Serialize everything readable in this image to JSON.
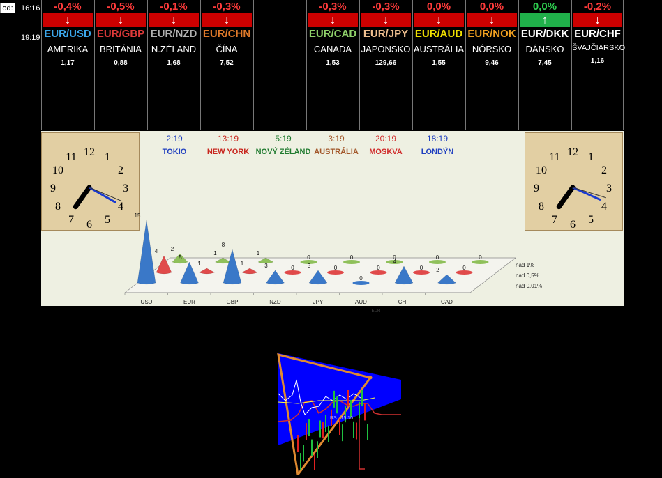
{
  "header": {
    "od_label": "od:",
    "time_top": "16:16",
    "time_bottom": "19:19"
  },
  "pairs": [
    {
      "pct": "-0,4%",
      "dir": "down",
      "pair": "EUR/USD",
      "country": "AMERIKA",
      "rate": "1,17",
      "pair_color": "#3ba6ea"
    },
    {
      "pct": "-0,5%",
      "dir": "down",
      "pair": "EUR/GBP",
      "country": "BRITÁNIA",
      "rate": "0,88",
      "pair_color": "#e03a3a"
    },
    {
      "pct": "-0,1%",
      "dir": "down",
      "pair": "EUR/NZD",
      "country": "N.ZÉLAND",
      "rate": "1,68",
      "pair_color": "#b0b0b0"
    },
    {
      "pct": "-0,3%",
      "dir": "down",
      "pair": "EUR/CHN",
      "country": "ČÍNA",
      "rate": "7,52",
      "pair_color": "#e07a2a"
    },
    {
      "pct": "",
      "dir": "none",
      "pair": "",
      "country": "",
      "rate": "",
      "pair_color": "#000"
    },
    {
      "pct": "-0,3%",
      "dir": "down",
      "pair": "EUR/CAD",
      "country": "CANADA",
      "rate": "1,53",
      "pair_color": "#8fd16a"
    },
    {
      "pct": "-0,3%",
      "dir": "down",
      "pair": "EUR/JPY",
      "country": "JAPONSKO",
      "rate": "129,66",
      "pair_color": "#f0c090"
    },
    {
      "pct": "0,0%",
      "dir": "down",
      "pair": "EUR/AUD",
      "country": "AUSTRÁLIA",
      "rate": "1,55",
      "pair_color": "#f0e000"
    },
    {
      "pct": "0,0%",
      "dir": "down",
      "pair": "EUR/NOK",
      "country": "NÓRSKO",
      "rate": "9,46",
      "pair_color": "#f0a020"
    },
    {
      "pct": "0,0%",
      "dir": "up",
      "pair": "EUR/DKK",
      "country": "DÁNSKO",
      "rate": "7,45",
      "pair_color": "#ffffff"
    },
    {
      "pct": "-0,2%",
      "dir": "down",
      "pair": "EUR/CHF",
      "country": "ŠVAJČIARSKO",
      "rate": "1,16",
      "pair_color": "#ffffff"
    }
  ],
  "colors": {
    "down_pct": "#ff3b3b",
    "up_pct": "#2ed050",
    "down_bar": "#cc0000",
    "up_bar": "#20b04a"
  },
  "cities": [
    {
      "time": "2:19",
      "name": "TOKIO",
      "color": "#1f3fbf"
    },
    {
      "time": "13:19",
      "name": "NEW YORK",
      "color": "#c8261e"
    },
    {
      "time": "5:19",
      "name": "NOVÝ ZÉLAND",
      "color": "#1e7a2e"
    },
    {
      "time": "3:19",
      "name": "AUSTRÁLIA",
      "color": "#a2572a"
    },
    {
      "time": "20:19",
      "name": "MOSKVA",
      "color": "#d02a2a"
    },
    {
      "time": "18:19",
      "name": "LONDÝN",
      "color": "#1f3fbf"
    }
  ],
  "clock_numbers": [
    "12",
    "1",
    "2",
    "3",
    "4",
    "5",
    "6",
    "7",
    "8",
    "9",
    "10",
    "11"
  ],
  "chart_data": {
    "type": "bar",
    "categories": [
      "USD",
      "EUR",
      "GBP",
      "NZD",
      "JPY",
      "AUD",
      "CHF",
      "CAD"
    ],
    "series": [
      {
        "name": "nad 0,01%",
        "color": "#3a78c8",
        "values": [
          15,
          5,
          8,
          3,
          3,
          0,
          4,
          2
        ]
      },
      {
        "name": "nad 0,5%",
        "color": "#e04a4a",
        "values": [
          4,
          1,
          1,
          0,
          0,
          0,
          0,
          0
        ]
      },
      {
        "name": "nad 1%",
        "color": "#8fc05a",
        "values": [
          2,
          1,
          1,
          0,
          0,
          0,
          0,
          0
        ]
      }
    ],
    "xlabel": "EUR"
  },
  "trade_chart": {
    "label": "RS : 15:30"
  }
}
